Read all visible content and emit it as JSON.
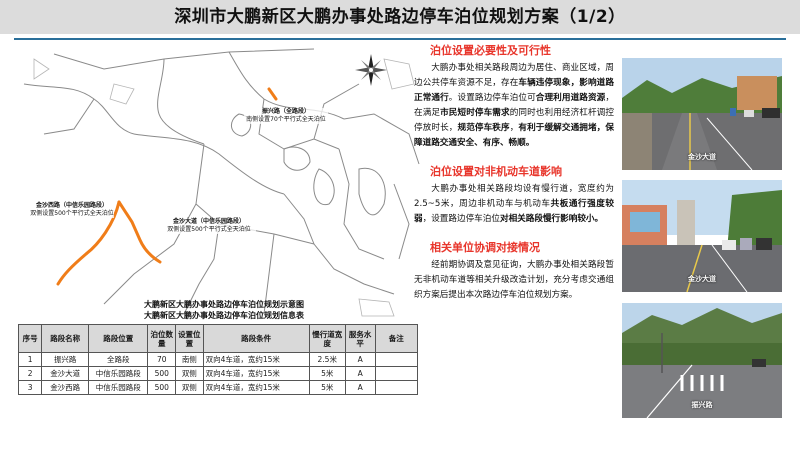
{
  "title": "深圳市大鹏新区大鹏办事处路边停车泊位规划方案（1/2）",
  "map": {
    "callouts": [
      {
        "name": "振兴路（全路段）",
        "detail": "南侧设置70个平行式全天泊位"
      },
      {
        "name": "金沙西路（中信乐园路段）",
        "detail": "双侧设置500个平行式全天泊位"
      },
      {
        "name": "金沙大道（中信乐园路段）",
        "detail": "双侧设置500个平行式全天泊位"
      }
    ],
    "caption_1": "大鹏新区大鹏办事处路边停车泊位规划示意图",
    "caption_2": "大鹏新区大鹏办事处路边停车泊位规划信息表",
    "route_color": "#f07d19"
  },
  "table": {
    "headers": [
      "序号",
      "路段名称",
      "路段位置",
      "泊位数量",
      "设置位置",
      "路段条件",
      "慢行道宽度",
      "服务水平",
      "备注"
    ],
    "rows": [
      [
        "1",
        "振兴路",
        "全路段",
        "70",
        "南侧",
        "双向4车道，宽约15米",
        "2.5米",
        "A",
        ""
      ],
      [
        "2",
        "金沙大道",
        "中信乐园路段",
        "500",
        "双侧",
        "双向4车道，宽约15米",
        "5米",
        "A",
        ""
      ],
      [
        "3",
        "金沙西路",
        "中信乐园路段",
        "500",
        "双侧",
        "双向4车道，宽约15米",
        "5米",
        "A",
        ""
      ]
    ]
  },
  "sections": [
    {
      "heading": "泊位设置必要性及可行性",
      "parts": [
        {
          "t": "大鹏办事处相关路段周边为居住、商业区域，周边公共停车资源不足，存在",
          "b": false
        },
        {
          "t": "车辆违停现象，影响道路正常通行",
          "b": true
        },
        {
          "t": "。设置路边停车泊位可",
          "b": false
        },
        {
          "t": "合理利用道路资源",
          "b": true
        },
        {
          "t": "，在满足",
          "b": false
        },
        {
          "t": "市民短时停车需求",
          "b": true
        },
        {
          "t": "的同时也利用经济杠杆调控停放时长，",
          "b": false
        },
        {
          "t": "规范停车秩序",
          "b": true
        },
        {
          "t": "，",
          "b": false
        },
        {
          "t": "有利于缓解交通拥堵，保障道路交通安全、有序、畅顺。",
          "b": true
        }
      ]
    },
    {
      "heading": "泊位设置对非机动车道影响",
      "parts": [
        {
          "t": "大鹏办事处相关路段均设有慢行道，宽度约为2.5~5米，周边非机动车与机动车",
          "b": false
        },
        {
          "t": "共板通行强度较弱",
          "b": true
        },
        {
          "t": "，设置路边停车泊位",
          "b": false
        },
        {
          "t": "对相关路段慢行影响较小。",
          "b": true
        }
      ]
    },
    {
      "heading": "相关单位协调对接情况",
      "parts": [
        {
          "t": "经前期协调及意见征询，大鹏办事处相关路段暂无非机动车道等相关升级改造计划，充分考虑交通组织方案后提出本次路边停车泊位规划方案。",
          "b": false
        }
      ]
    }
  ],
  "photos": [
    {
      "label": "金沙大道"
    },
    {
      "label": "金沙大道"
    },
    {
      "label": "振兴路"
    }
  ]
}
